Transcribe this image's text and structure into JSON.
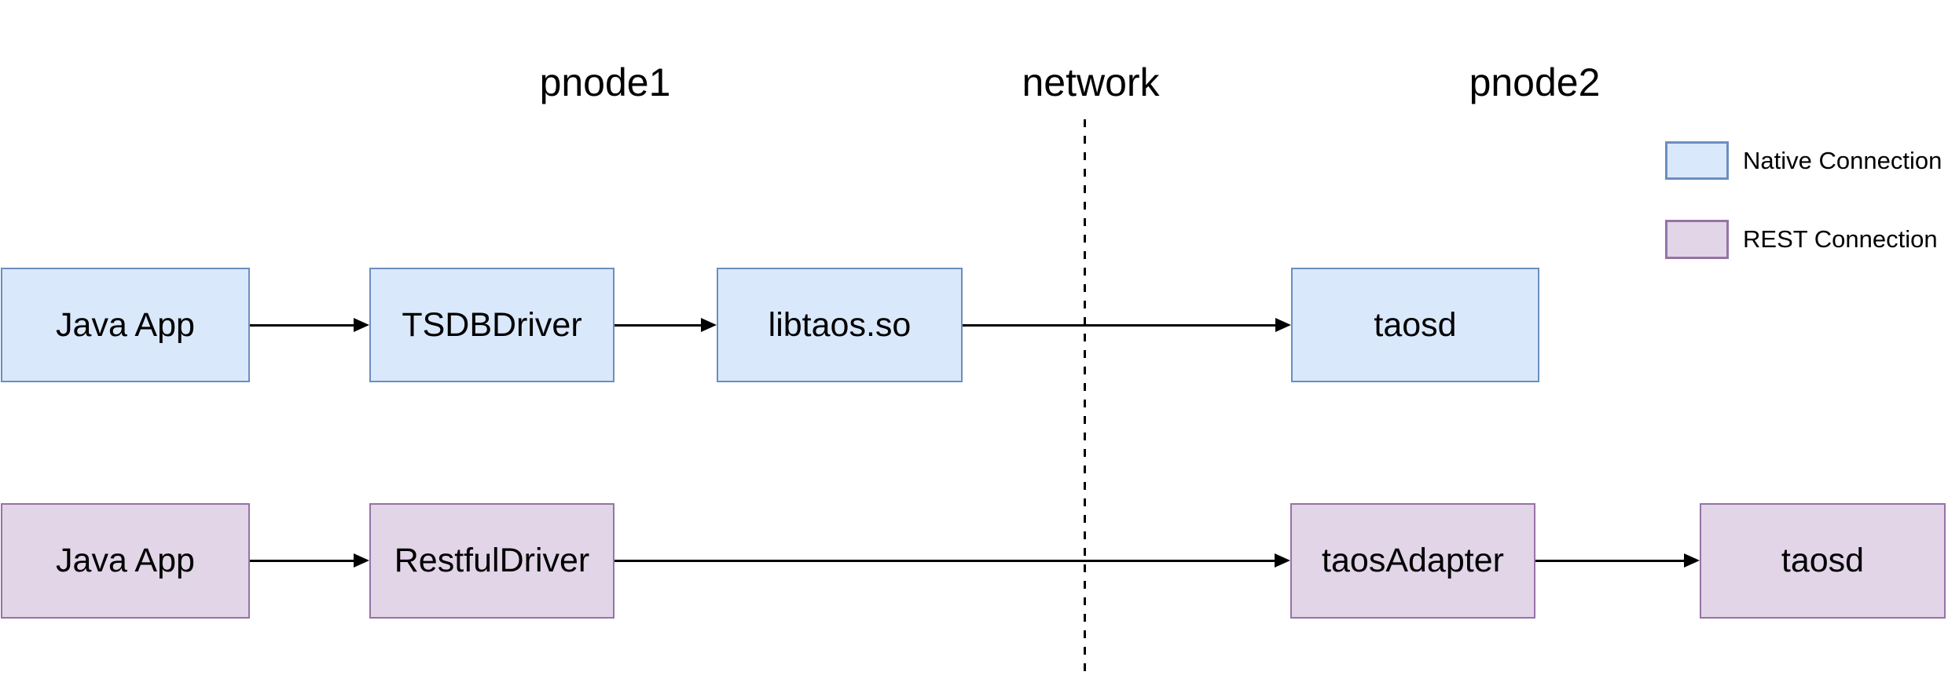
{
  "titles": {
    "pnode1": "pnode1",
    "network": "network",
    "pnode2": "pnode2"
  },
  "rows": {
    "native": {
      "connection_type": "Native Connection",
      "nodes": [
        {
          "label": "Java App"
        },
        {
          "label": "TSDBDriver"
        },
        {
          "label": "libtaos.so"
        },
        {
          "label": "taosd"
        }
      ]
    },
    "rest": {
      "connection_type": "REST Connection",
      "nodes": [
        {
          "label": "Java App"
        },
        {
          "label": "RestfulDriver"
        },
        {
          "label": "taosAdapter"
        },
        {
          "label": "taosd"
        }
      ]
    }
  },
  "edges": [
    {
      "row": "native",
      "from": "Java App",
      "to": "TSDBDriver",
      "crosses_network": false
    },
    {
      "row": "native",
      "from": "TSDBDriver",
      "to": "libtaos.so",
      "crosses_network": false
    },
    {
      "row": "native",
      "from": "libtaos.so",
      "to": "taosd",
      "crosses_network": true
    },
    {
      "row": "rest",
      "from": "Java App",
      "to": "RestfulDriver",
      "crosses_network": false
    },
    {
      "row": "rest",
      "from": "RestfulDriver",
      "to": "taosAdapter",
      "crosses_network": true
    },
    {
      "row": "rest",
      "from": "taosAdapter",
      "to": "taosd",
      "crosses_network": false
    }
  ],
  "network_divider": {
    "label": "network",
    "style": "dashed"
  },
  "legend": {
    "items": [
      {
        "label": "Native Connection",
        "fill": "#dae8fc",
        "border": "#6c8ebf"
      },
      {
        "label": "REST Connection",
        "fill": "#e1d5e7",
        "border": "#9673a6"
      }
    ]
  },
  "colors": {
    "native_fill": "#dae8fc",
    "native_border": "#6c8ebf",
    "rest_fill": "#e1d5e7",
    "rest_border": "#9673a6",
    "line": "#000000",
    "text": "#000000",
    "background": "#ffffff"
  }
}
